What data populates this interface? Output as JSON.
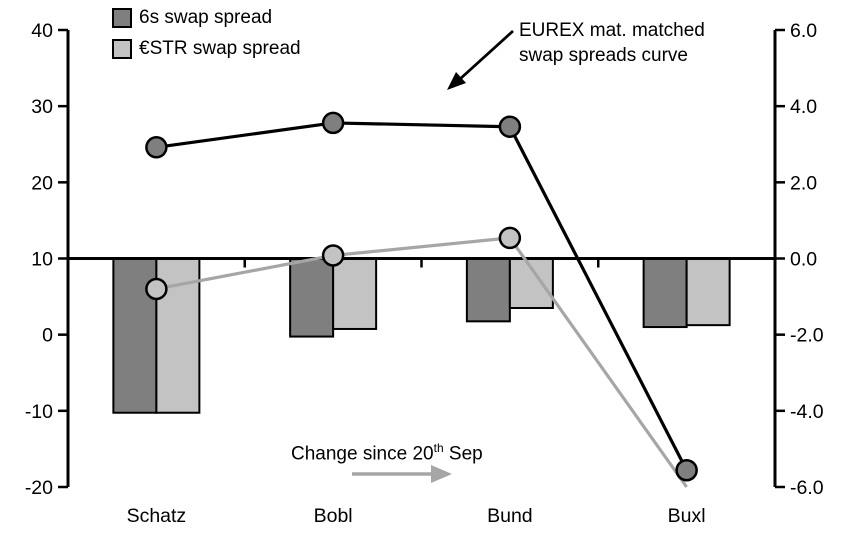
{
  "colors": {
    "dark_gray": "#7f7f7f",
    "light_gray": "#c3c3c3",
    "black_line": "#000000",
    "gray_line": "#a6a6a6",
    "axis": "#000000",
    "background": "#ffffff"
  },
  "legend": {
    "items": [
      {
        "label": "6s swap spread",
        "color": "#7f7f7f"
      },
      {
        "label": "€STR swap spread",
        "color": "#c3c3c3"
      }
    ]
  },
  "annotations": {
    "eurex": {
      "line1": "EUREX mat. matched",
      "line2": "swap spreads curve"
    },
    "change": {
      "before_sup": "Change since 20",
      "sup": "th",
      "after_sup": " Sep"
    }
  },
  "chart_data": {
    "type": "bar+line combo, dual axis",
    "categories": [
      "Schatz",
      "Bobl",
      "Bund",
      "Buxl"
    ],
    "left_axis": {
      "min": -20,
      "max": 40,
      "ticks": [
        40,
        30,
        20,
        10,
        0,
        -10,
        -20
      ],
      "tick_labels": [
        "40",
        "30",
        "20",
        "10",
        "0",
        "-10",
        "-20"
      ]
    },
    "right_axis": {
      "min": -6,
      "max": 6,
      "ticks": [
        6,
        4,
        2,
        0,
        -2,
        -4,
        -6
      ],
      "tick_labels": [
        "6.0",
        "4.0",
        "2.0",
        "0.0",
        "-2.0",
        "-4.0",
        "-6.0"
      ]
    },
    "baseline_left_value": 10,
    "grid": false,
    "legend_position": "top-left",
    "bar_series": [
      {
        "name": "6s swap spread",
        "axis": "right",
        "color": "#7f7f7f",
        "values": [
          -4.05,
          -2.05,
          -1.65,
          -1.8
        ]
      },
      {
        "name": "€STR swap spread",
        "axis": "right",
        "color": "#c3c3c3",
        "values": [
          -4.05,
          -1.85,
          -1.3,
          -1.75
        ]
      }
    ],
    "line_series": [
      {
        "name": "6s swap spread curve",
        "axis": "left",
        "color": "#000000",
        "marker_fill": "#7f7f7f",
        "values": [
          24.6,
          27.8,
          27.3,
          -17.8
        ],
        "show_marker": [
          true,
          true,
          true,
          true
        ]
      },
      {
        "name": "€STR swap spread curve",
        "axis": "left",
        "color": "#a6a6a6",
        "marker_fill": "#c3c3c3",
        "values": [
          6.0,
          10.4,
          12.7,
          -20.0
        ],
        "show_marker": [
          true,
          true,
          true,
          false
        ]
      }
    ]
  }
}
